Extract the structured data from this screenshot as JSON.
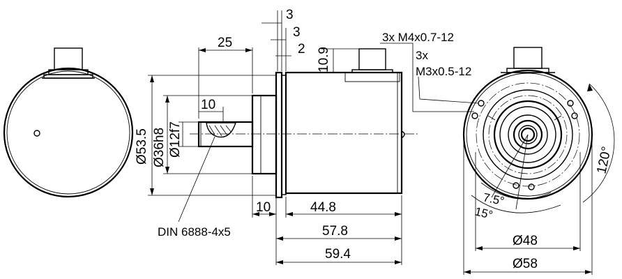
{
  "dimensions": {
    "top_3a": "3",
    "top_3b": "3",
    "top_2": "2",
    "dim_10_9": "10.9",
    "dim_25": "25",
    "dim_10_key": "10",
    "dia_53_5": "Ø53.5",
    "dia_36h8": "Ø36h8",
    "dia_12f7": "Ø12f7",
    "dim_10_bottom": "10",
    "dim_44_8": "44.8",
    "dim_57_8": "57.8",
    "dim_59_4": "59.4",
    "dia_48": "Ø48",
    "dia_58": "Ø58",
    "angle_120": "120°",
    "angle_7_5": "7.5°",
    "angle_15": "15°"
  },
  "callouts": {
    "thread_m4": "3x M4x0.7-12",
    "thread_m3_qty": "3x",
    "thread_m3": "M3x0.5-12",
    "key_standard": "DIN 6888-4x5"
  },
  "icons": {
    "left_view": "encoder-rear-view",
    "side_view": "encoder-side-section",
    "front_view": "encoder-flange-front-view"
  }
}
